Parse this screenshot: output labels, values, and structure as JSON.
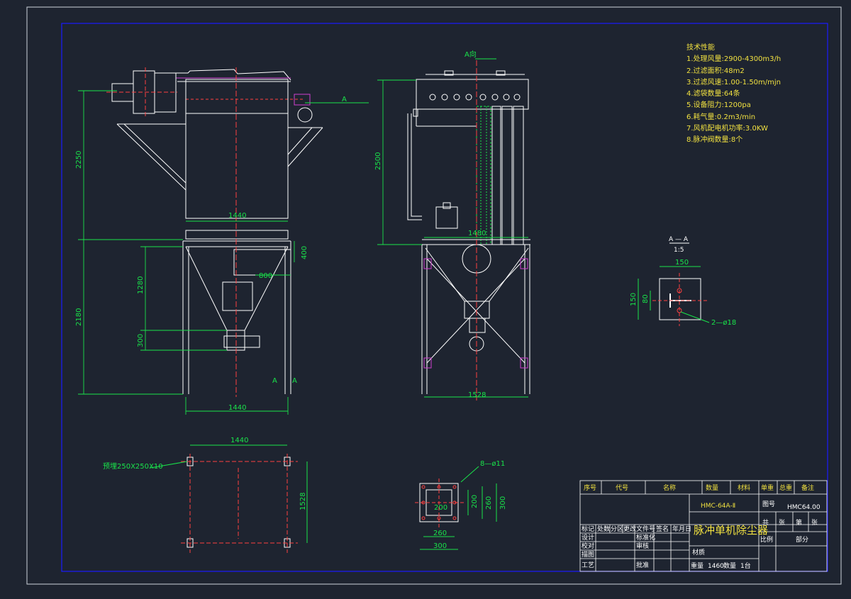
{
  "technical_spec": {
    "heading": "技术性能",
    "items": [
      "1.处理风量:2900-4300m3/h",
      "2.过滤面积:48m2",
      "3.过滤风速:1.00-1.50m/mjn",
      "4.滤袋数量:64条",
      "5.设备阻力:1200pa",
      "6.耗气量:0.2m3/min",
      "7.风机配电机功率:3.0KW",
      "8.脉冲阀数量:8个"
    ]
  },
  "front_view": {
    "dim_2250": "2250",
    "dim_2180": "2180",
    "dim_1280": "1280",
    "dim_300": "300",
    "dim_400": "400",
    "dim_800": "800",
    "dim_1440_top": "1440",
    "dim_1440_bottom": "1440",
    "section_a_right": "A",
    "section_a_left": "A",
    "section_a_left2": "A"
  },
  "side_view": {
    "view_label": "A向",
    "dim_2500": "2500",
    "dim_1480": "1480",
    "dim_1528": "1528"
  },
  "section_aa": {
    "title": "A — A",
    "scale": "1:5",
    "dim_150_top": "150",
    "dim_150_left": "150",
    "dim_80": "80",
    "hole_note": "2—ø18"
  },
  "plan_view": {
    "dim_1440": "1440",
    "dim_1528": "1528",
    "plate_note": "预埋250X250X10"
  },
  "plate_detail": {
    "hole_note": "8—ø11",
    "dim_200_inner": "200",
    "dim_200_v": "200",
    "dim_260_v": "260",
    "dim_300_v": "300",
    "dim_260_h": "260",
    "dim_300_h": "300"
  },
  "title_block": {
    "headers": [
      "序号",
      "代号",
      "名称",
      "数量",
      "材料",
      "单重",
      "总重",
      "备注"
    ],
    "model": "HMC-64A-Ⅱ",
    "drawing_no_label": "图号",
    "drawing_no": "HMC64.00",
    "product_name": "脉冲单机除尘器",
    "change_row": [
      "标记",
      "处数",
      "分区",
      "更改文件号",
      "签名",
      "年月日"
    ],
    "design": "设计",
    "standardize": "标准化",
    "proofread": "校对",
    "review": "审核",
    "drawing": "描图",
    "sheets_total": "共",
    "sheet_label": "张",
    "sheet_no": "第",
    "sheet_label2": "张",
    "process": "工艺",
    "approve": "批准",
    "material_label": "材质",
    "weight_label": "重量",
    "weight": "1460",
    "qty_label": "数量",
    "qty": "1台",
    "scale_label": "比例",
    "part_label": "部分"
  },
  "colors": {
    "background": "#1e2430",
    "frame_border": "#1a1aff",
    "dimension": "#19e34a",
    "centerline": "#ff3030",
    "outline": "#ffffff",
    "annotation": "#f0e040",
    "accent": "#d040d0"
  }
}
